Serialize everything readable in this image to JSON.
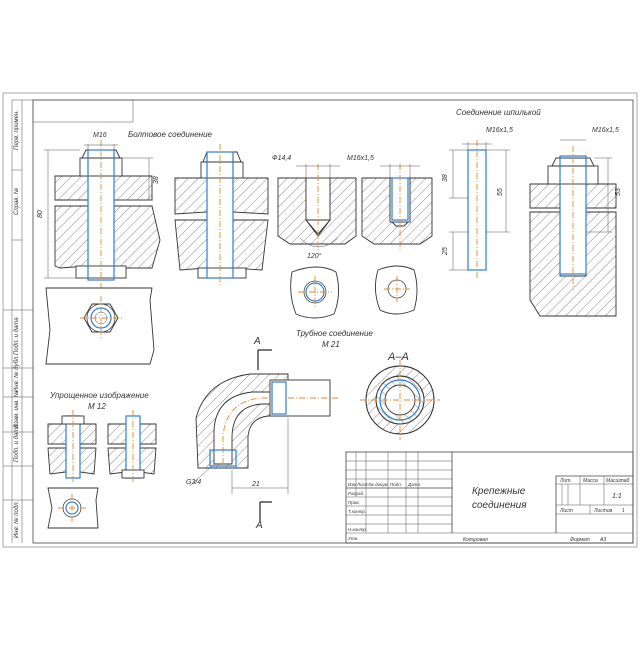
{
  "labels": {
    "bolt_joint": "Болтовое соединение",
    "stud_joint": "Соединение шпилькой",
    "pipe_joint_line1": "Трубное соединение",
    "pipe_joint_line2": "М 21",
    "simplified_line1": "Упрощенное изображение",
    "simplified_line2": "М 12",
    "section_aa": "А–А",
    "cut_a_top": "А",
    "cut_a_bottom": "А"
  },
  "dimensions": {
    "m16": "М16",
    "d80": "80",
    "d38_bolt": "38",
    "phi144": "Ф14,4",
    "m16x15_a": "М16х1,5",
    "angle120": "120°",
    "d38_stud": "38",
    "d55_stud": "55",
    "d25_stud": "25",
    "m16x15_b": "М16х1,5",
    "m16x15_c": "М16х1,5",
    "d53": "53",
    "g34": "G3/4",
    "d21": "21"
  },
  "side_stamp": [
    "Перв. примен.",
    "Справ. №",
    "Подп. и дата",
    "Инв. № дубл.",
    "Взам. инв. №",
    "Подп. и дата",
    "Инв. № подл."
  ],
  "title_block": {
    "title_line1": "Крепежные",
    "title_line2": "соединения",
    "col_headers": [
      "Изм",
      "Лист",
      "№ докум.",
      "Подп.",
      "Дата"
    ],
    "roles": [
      "Разраб.",
      "Пров.",
      "Т.контр.",
      "",
      "Н.контр.",
      "Утв."
    ],
    "lit_label": "Лит.",
    "mass_label": "Масса",
    "scale_label": "Масштаб",
    "scale_value": "1:1",
    "sheet_label": "Лист",
    "sheets_label": "Листов",
    "sheets_value": "1",
    "copied": "Копировал",
    "format": "Формат",
    "format_value": "А3"
  }
}
